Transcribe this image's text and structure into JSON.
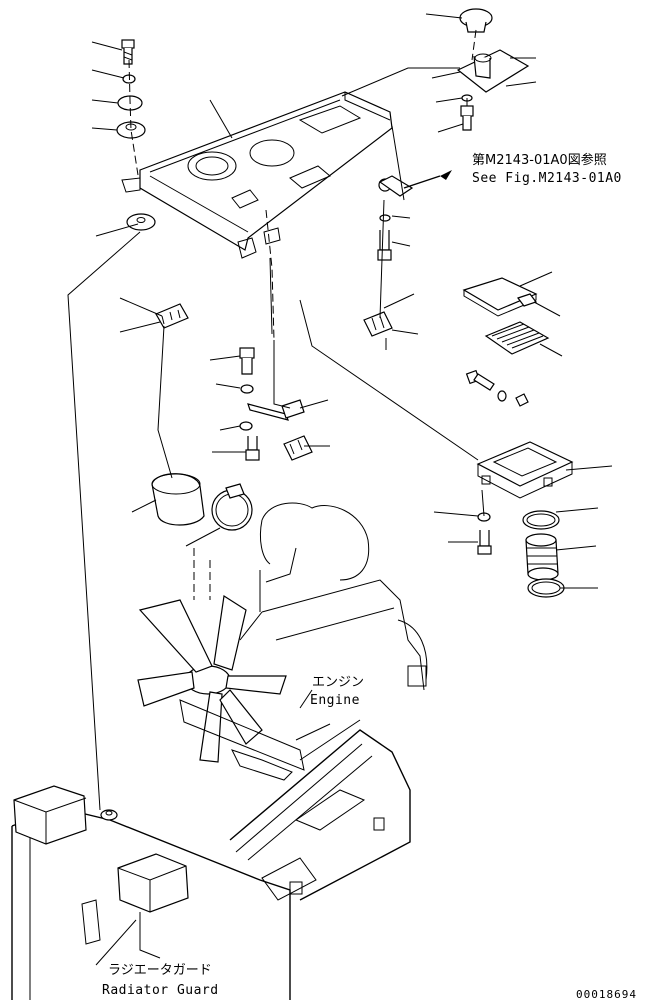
{
  "ref_note": {
    "japanese": "第M2143-01A0図参照",
    "english": "See Fig.M2143-01A0"
  },
  "engine_label": {
    "japanese": "エンジン",
    "english": "Engine"
  },
  "radiator_guard_label": {
    "japanese": "ラジエータガード",
    "english": "Radiator Guard"
  },
  "drawing_number": "00018694"
}
